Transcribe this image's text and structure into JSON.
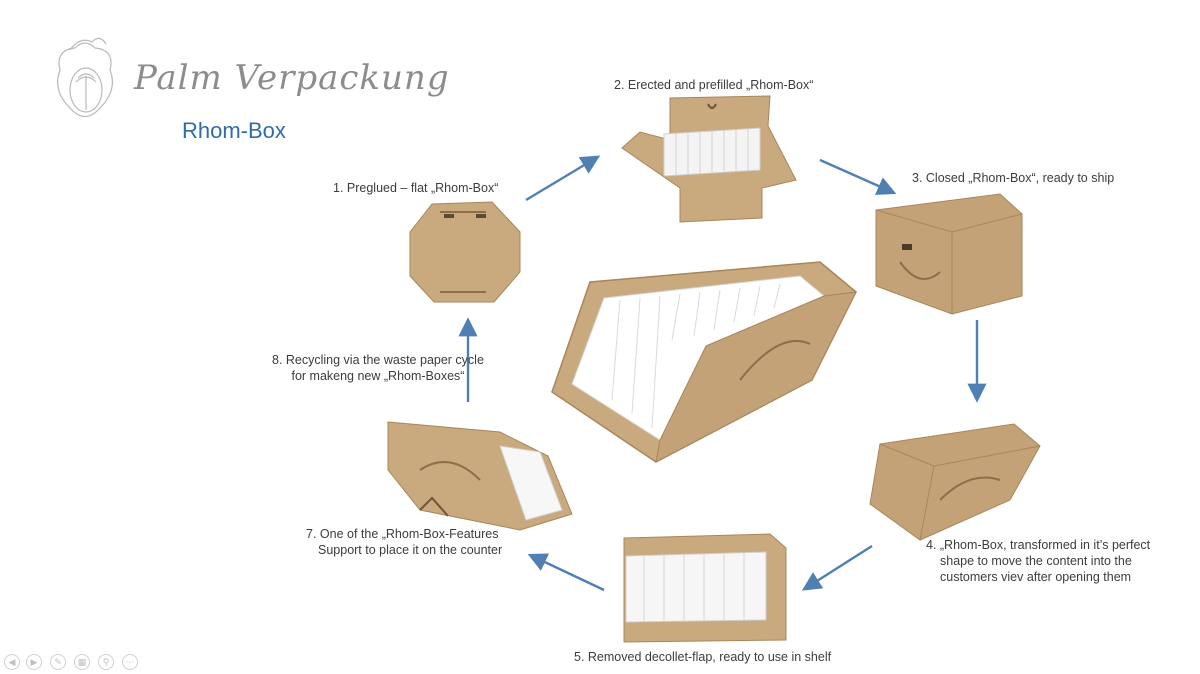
{
  "brand": {
    "name": "Palm Verpackung"
  },
  "slide": {
    "title": "Rhom-Box"
  },
  "steps": {
    "s1": "1. Preglued – flat „Rhom-Box“",
    "s2": "2. Erected and prefilled „Rhom-Box“",
    "s3": "3. Closed „Rhom-Box“, ready to ship",
    "s4_l1": "4. „Rhom-Box, transformed in it’s perfect",
    "s4_l2": "shape to move the content into the",
    "s4_l3": "customers viev after opening them",
    "s5": "5. Removed decollet-flap, ready to use in shelf",
    "s7_l1": "7. One of the „Rhom-Box-Features",
    "s7_l2": "Support to place it on the counter",
    "s8_l1": "8. Recycling via the waste paper cycle",
    "s8_l2": "for makeng new „Rhom-Boxes“"
  },
  "colors": {
    "arrow": "#4f7fb3",
    "cardboard": "#c9a97e",
    "cardboard_dark": "#a9865a",
    "title": "#2e6ea7"
  },
  "controls": [
    "prev-icon",
    "next-icon",
    "pen-icon",
    "slides-icon",
    "zoom-icon",
    "more-icon"
  ]
}
